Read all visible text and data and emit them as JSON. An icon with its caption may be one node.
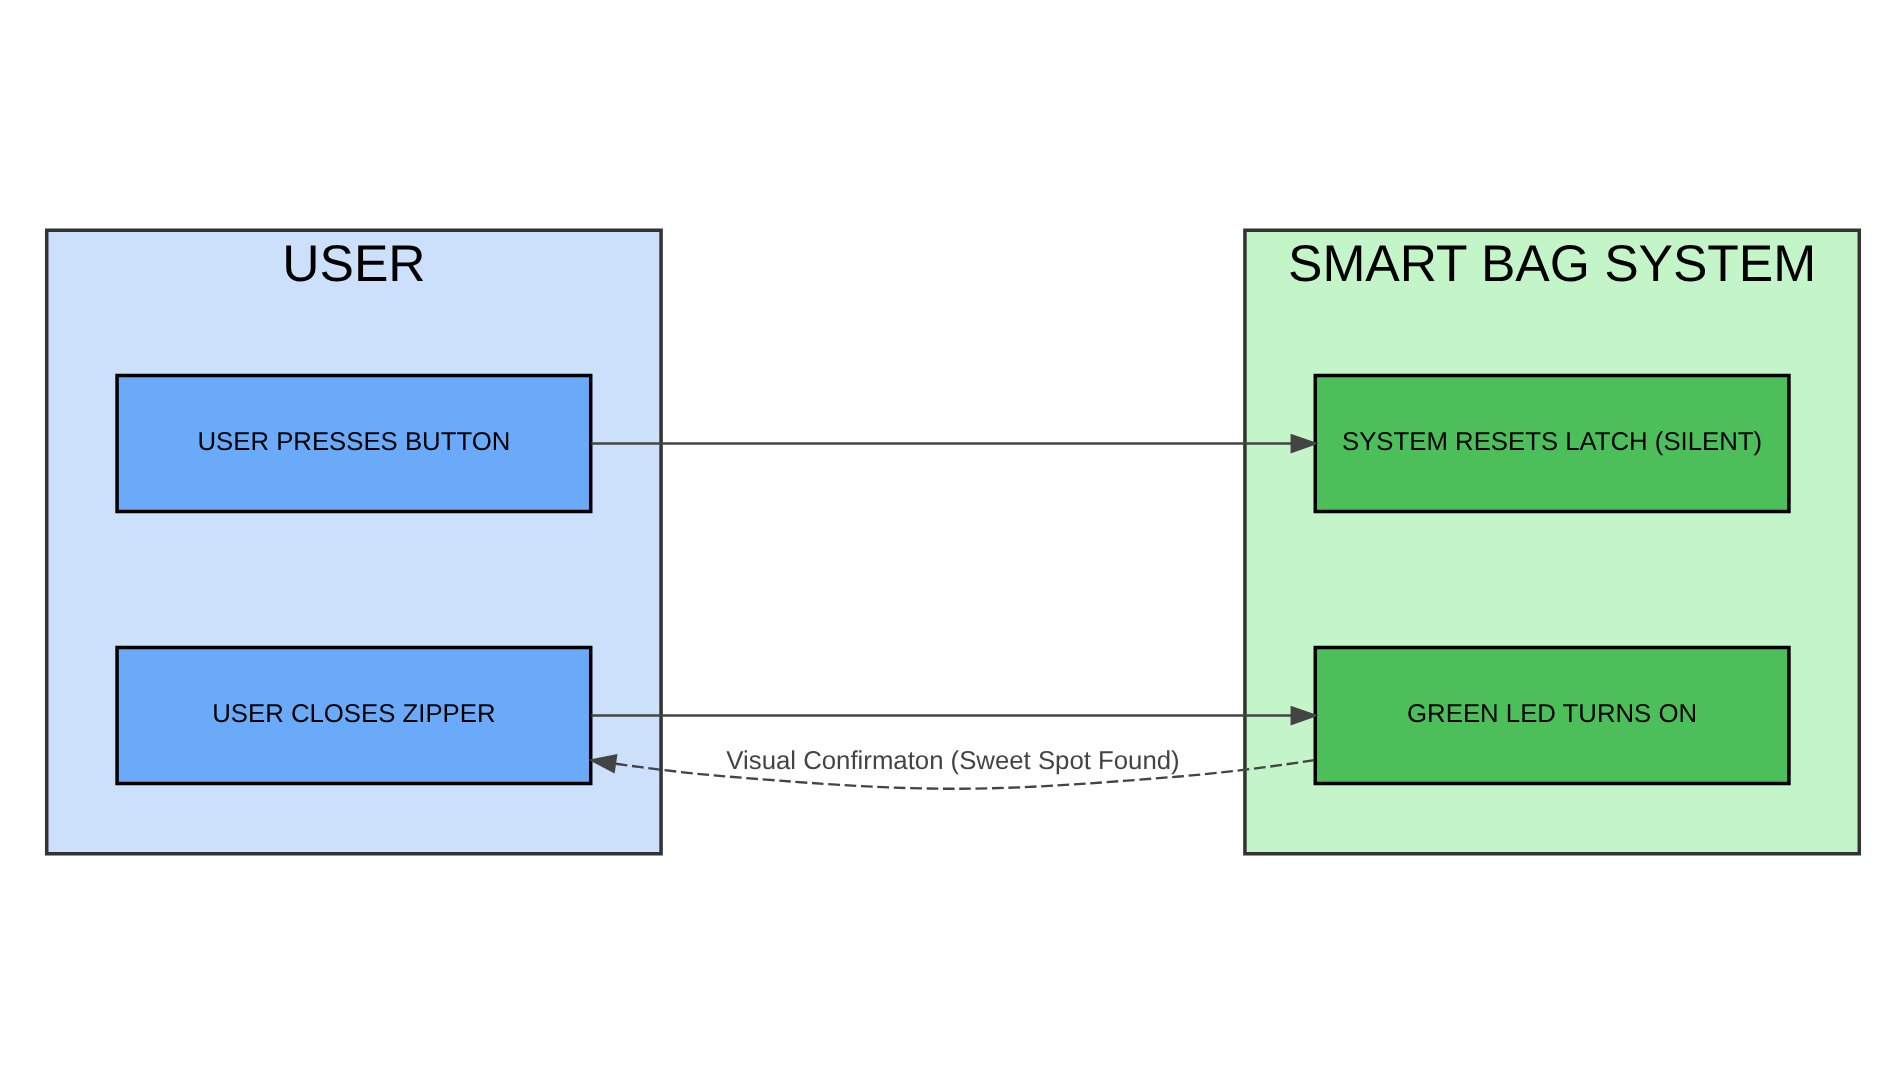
{
  "diagram": {
    "nodes": [
      {
        "text": [
          "USER"
        ]
      },
      {
        "text": [
          "SMART BAG SYSTEM"
        ]
      },
      {
        "text": [
          "USER PRESSES BUTTON"
        ],
        "in": 0
      },
      {
        "text": [
          "USER CLOSES ZIPPER"
        ],
        "in": 0
      },
      {
        "text": [
          "SYSTEM RESETS LATCH (SILENT)"
        ],
        "in": 1
      },
      {
        "text": [
          "GREEN LED TURNS ON"
        ],
        "in": 1
      }
    ],
    "edges": [
      {
        "from": 2,
        "to": 4,
        "arrow": "to"
      },
      {
        "from": 3,
        "to": 5,
        "arrow": "to"
      },
      {
        "from": 5,
        "to": 3,
        "arrow": "to",
        "style": "dashed",
        "label": "Visual Confirmaton (Sweet Spot Found)"
      }
    ]
  }
}
